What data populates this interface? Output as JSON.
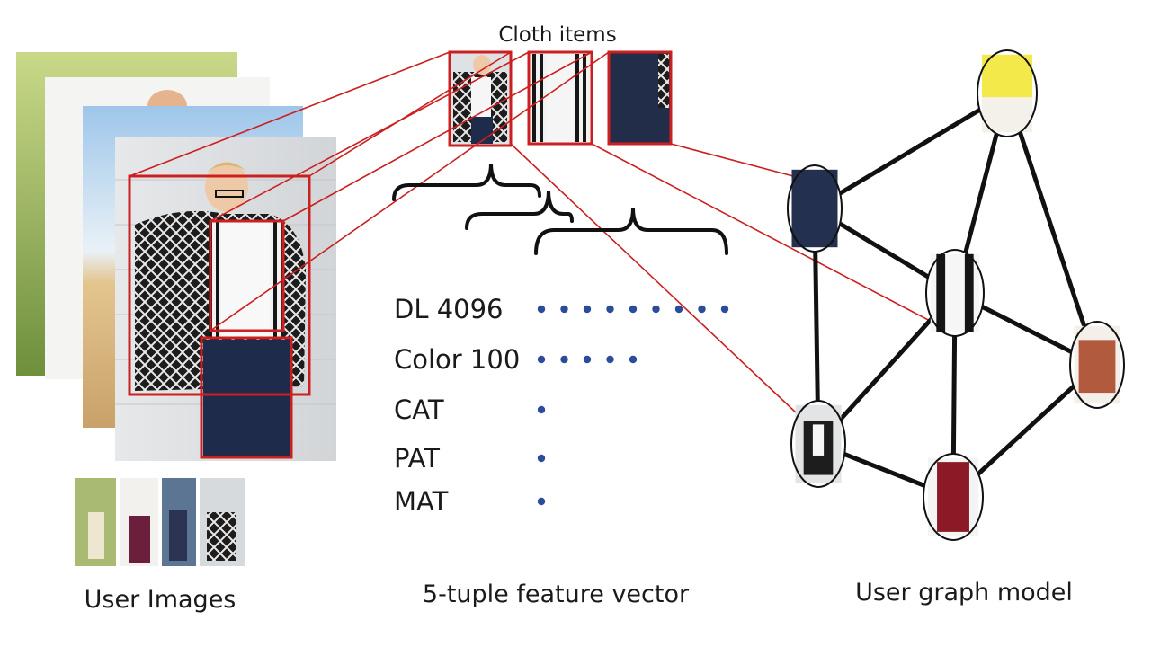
{
  "labels": {
    "cloth_items": "Cloth items",
    "user_images": "User Images",
    "feature_vector": "5-tuple feature vector",
    "graph_model": "User graph model"
  },
  "features": [
    {
      "name": "DL 4096",
      "dots": 9
    },
    {
      "name": "Color 100",
      "dots": 5
    },
    {
      "name": "CAT",
      "dots": 1
    },
    {
      "name": "PAT",
      "dots": 1
    },
    {
      "name": "MAT",
      "dots": 1
    }
  ],
  "colors": {
    "highlight": "#cc1f1f",
    "dot": "#2b4c9a",
    "edge": "#111111"
  },
  "cloth_items": [
    {
      "name": "cardigan"
    },
    {
      "name": "striped-shirt"
    },
    {
      "name": "jeans"
    }
  ],
  "graph": {
    "nodes": [
      {
        "name": "yellow-top"
      },
      {
        "name": "jeans"
      },
      {
        "name": "striped-shirt"
      },
      {
        "name": "brown-bag"
      },
      {
        "name": "cardigan"
      },
      {
        "name": "red-dress"
      }
    ],
    "edges": [
      [
        "yellow-top",
        "jeans"
      ],
      [
        "yellow-top",
        "striped-shirt"
      ],
      [
        "yellow-top",
        "brown-bag"
      ],
      [
        "jeans",
        "striped-shirt"
      ],
      [
        "jeans",
        "cardigan"
      ],
      [
        "striped-shirt",
        "brown-bag"
      ],
      [
        "striped-shirt",
        "cardigan"
      ],
      [
        "striped-shirt",
        "red-dress"
      ],
      [
        "cardigan",
        "red-dress"
      ],
      [
        "brown-bag",
        "red-dress"
      ]
    ]
  }
}
